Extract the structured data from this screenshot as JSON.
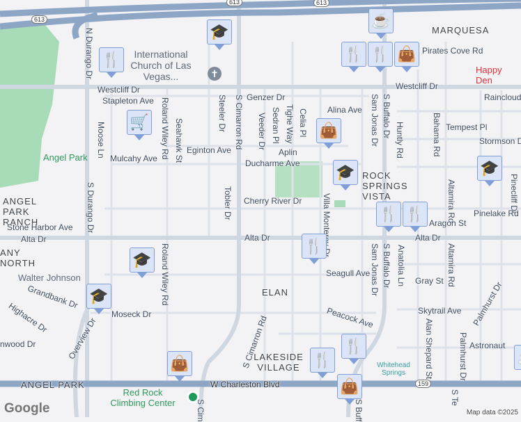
{
  "map": {
    "areas": [
      "MARQUESA",
      "ROCK SPRINGS VISTA",
      "ANGEL PARK RANCH",
      "ANY NORTH",
      "ELAN",
      "LAKESIDE VILLAGE",
      "ANGEL PARK"
    ],
    "streets": [
      "N Durango Dr",
      "Westcliff Dr",
      "Westcliff Dr",
      "Stapleton Ave",
      "Roland Wiley Rd",
      "Seahawk St",
      "Steeler Dr",
      "S Cimarron Rd",
      "Genzer Dr",
      "Veeder Dr",
      "Sedran Pl",
      "Tighe Way",
      "Celia Pl",
      "Alina Ave",
      "Sam Jonas Dr",
      "S Buffalo Dr",
      "Huntly Rd",
      "Raincloud Dr",
      "Bahama Rd",
      "Tempest Pl",
      "Stormson Dr",
      "Moose Ln",
      "Eginton Ave",
      "Mulcahy Ave",
      "Ducharme Ave",
      "Aplin",
      "S Durango Dr",
      "Tobler Dr",
      "Cherry River Dr",
      "Villa Monterey Dr",
      "Altamira Rd",
      "Pinecliff Dr",
      "Pinelake Rd",
      "Aragon St",
      "Stone Harbor Ave",
      "Alta Dr",
      "Alta Dr",
      "Alta Dr",
      "Roland Wiley Rd",
      "Seagull Ave",
      "Sam Jonas Dr",
      "S Buffalo Dr",
      "Anatolia Ln",
      "Altamira Rd",
      "Gray St",
      "Palmhurst Dr",
      "Grandbank Dr",
      "Overview Dr",
      "Highacre Dr",
      "Moseck Dr",
      "nwood Dr",
      "S Cimarron Rd",
      "Peacock Ave",
      "Skytrail Ave",
      "Alan Shepard St",
      "Palmhurst Dr",
      "Astronaut",
      "W Charleston Blvd",
      "Pirates Cove Rd",
      "S Buff",
      "S Cim",
      "S Te"
    ],
    "pois": {
      "church": "International Church of Las Vegas...",
      "park": "Angel Park",
      "school": "Walter Johnson",
      "climbing": "Red Rock Climbing Center",
      "springs": "Whitehead Springs",
      "happy": "Happy Den"
    },
    "shields": [
      "613",
      "613",
      "613",
      "159"
    ],
    "attribution": "Map data ©2025",
    "logo": "Google",
    "colors": {
      "freeway": "#8ea6c6",
      "road": "#d6dde6",
      "park": "#a8dcb8",
      "marker_bg": "#dbe5f7",
      "marker_icon": "#0f3e62"
    },
    "markers": [
      "coffee-icon",
      "graduation-cap-icon",
      "restaurant-icon",
      "restaurant-icon",
      "shopping-bag-icon",
      "shopping-cart-icon",
      "shopping-bag-icon",
      "graduation-cap-icon",
      "graduation-cap-icon",
      "restaurant-icon",
      "restaurant-icon",
      "restaurant-icon",
      "graduation-cap-icon",
      "graduation-cap-icon",
      "restaurant-icon",
      "restaurant-icon",
      "shopping-bag-icon",
      "shopping-bag-icon",
      "coffee-icon"
    ]
  }
}
